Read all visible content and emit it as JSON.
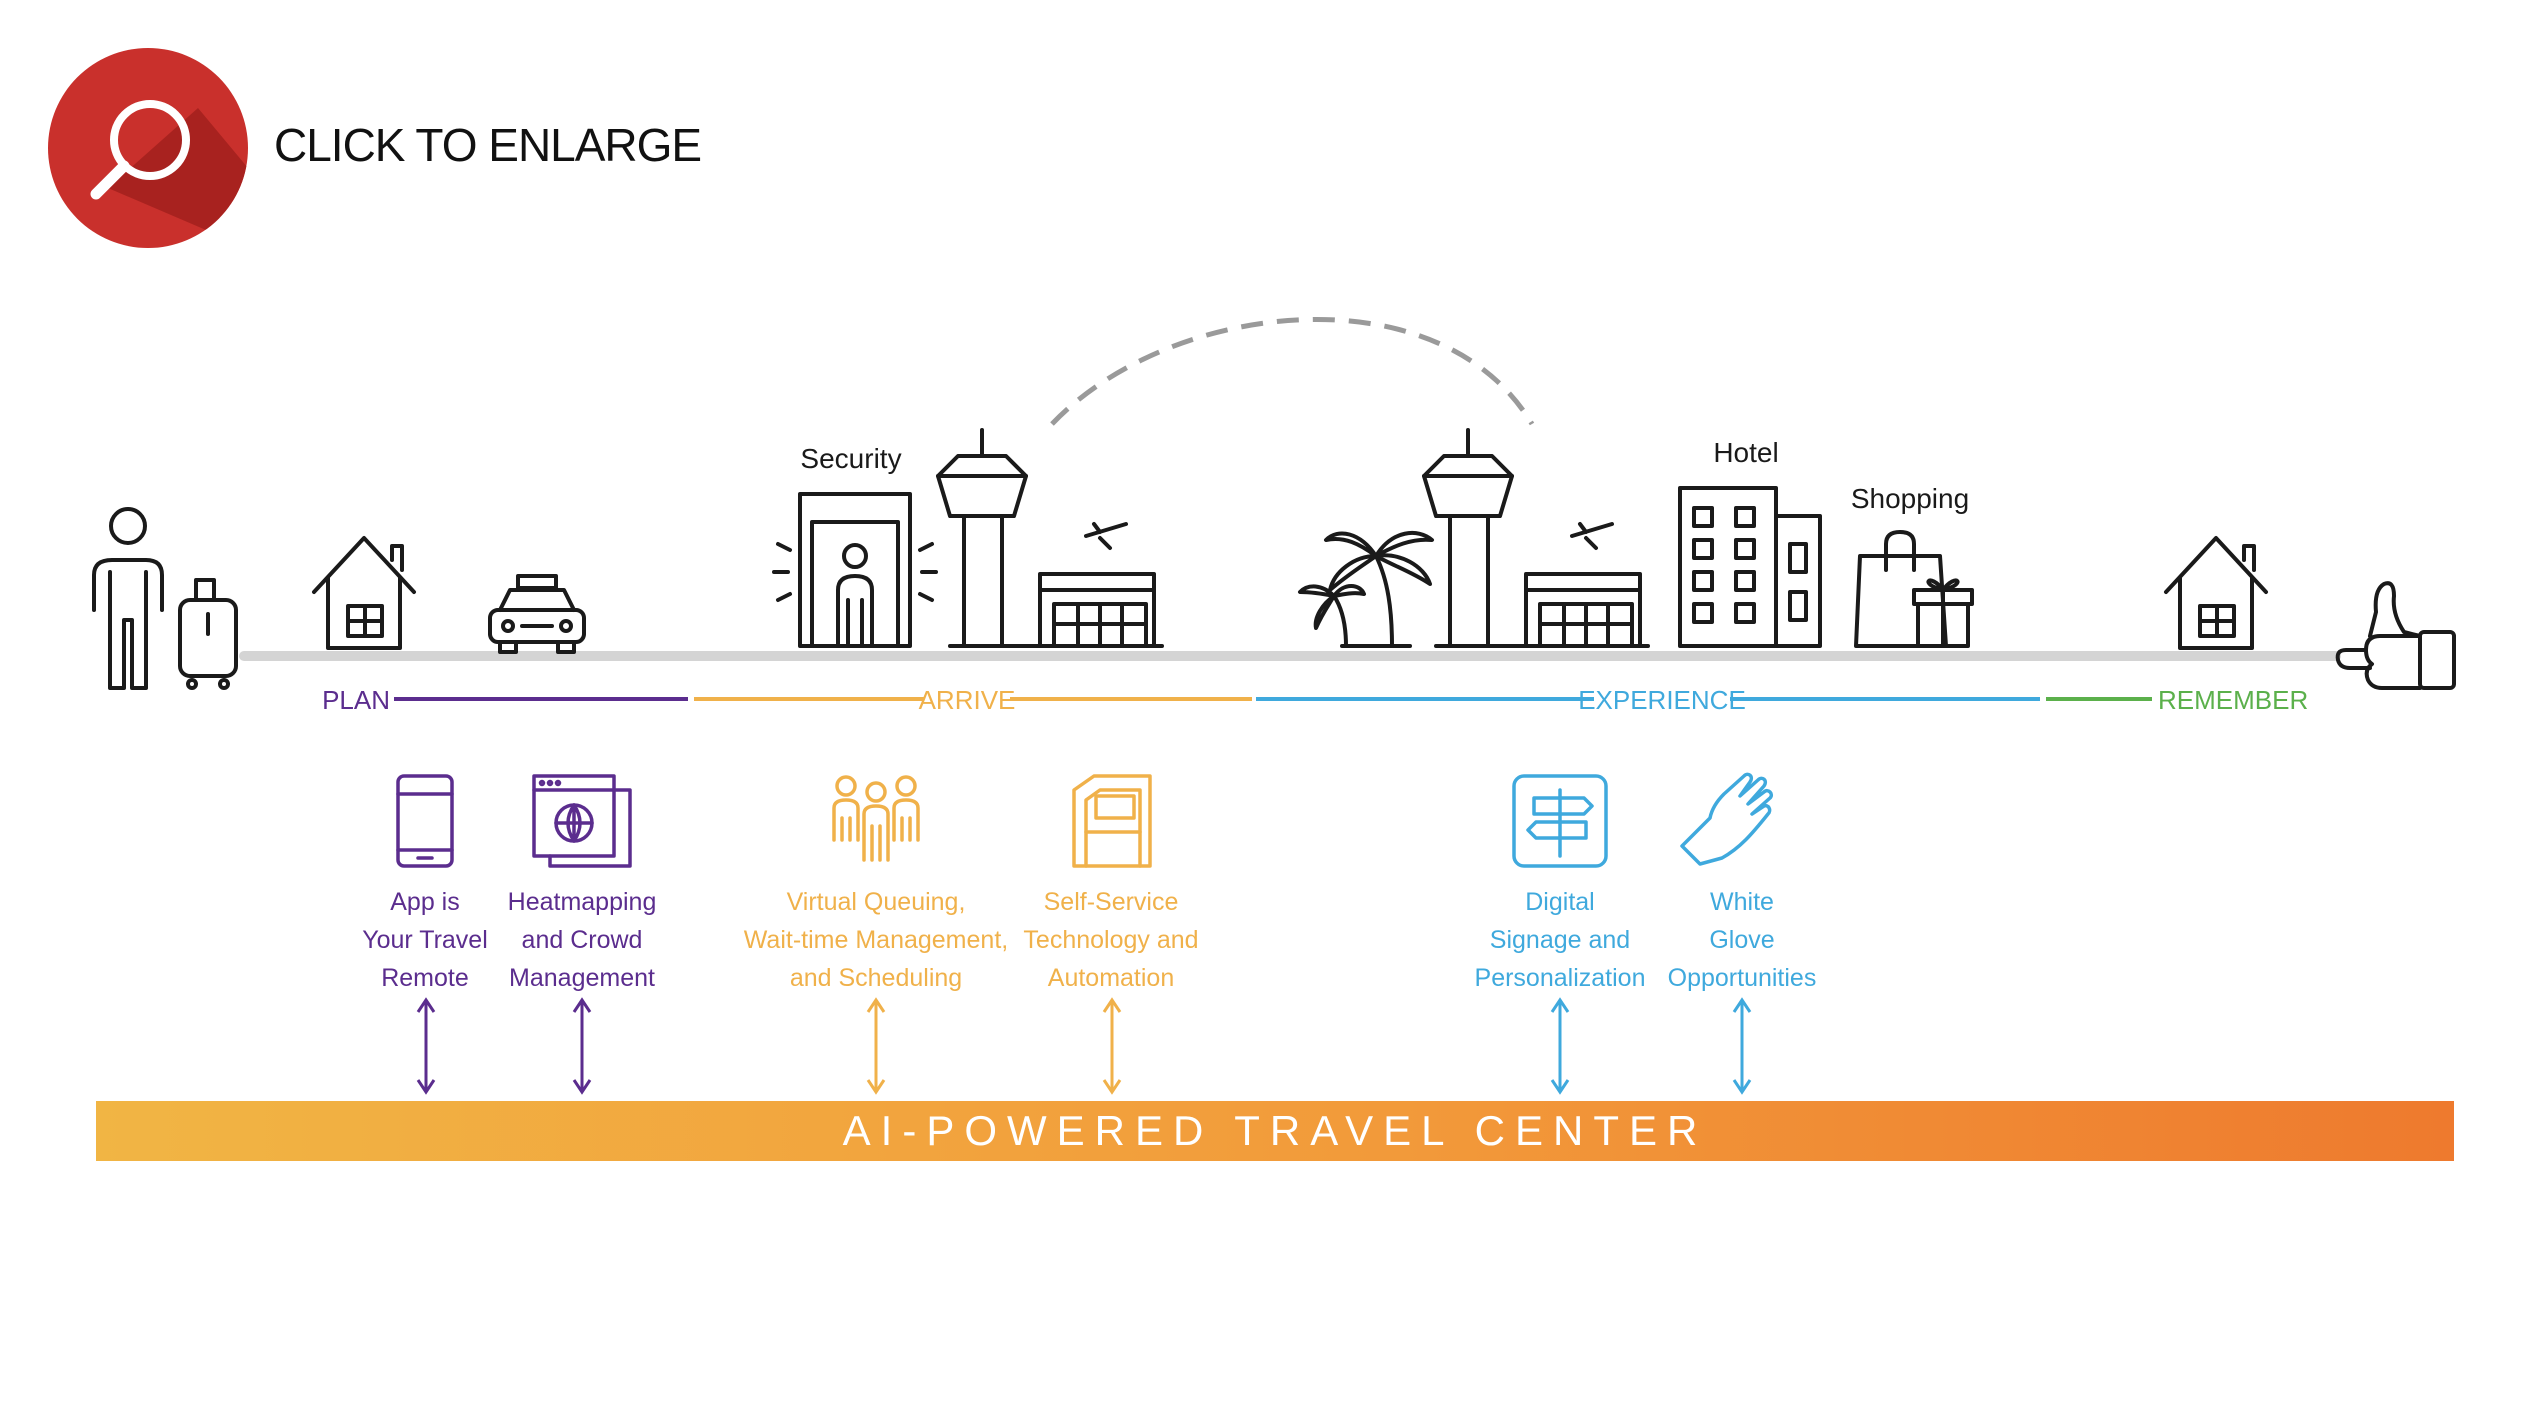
{
  "header": {
    "enlarge_label": "CLICK TO ENLARGE",
    "enlarge_icon": "magnifier-icon"
  },
  "colors": {
    "plan": "#5b2d8e",
    "arrive": "#f0b14a",
    "experience": "#3fa9dd",
    "remember": "#5bb04b",
    "line": "#d4d4d4",
    "icon": "#1a1a1a",
    "red": "#c9302c"
  },
  "journey": {
    "labels": {
      "security": "Security",
      "hotel": "Hotel",
      "shopping": "Shopping"
    },
    "phases": [
      {
        "id": "plan",
        "label": "PLAN"
      },
      {
        "id": "arrive",
        "label": "ARRIVE"
      },
      {
        "id": "experience",
        "label": "EXPERIENCE"
      },
      {
        "id": "remember",
        "label": "REMEMBER"
      }
    ]
  },
  "features": [
    {
      "id": "app",
      "phase": "plan",
      "icon": "smartphone-icon",
      "lines": [
        "App is",
        "Your Travel",
        "Remote"
      ]
    },
    {
      "id": "heatmap",
      "phase": "plan",
      "icon": "browser-globe-icon",
      "lines": [
        "Heatmapping",
        "and Crowd",
        "Management"
      ]
    },
    {
      "id": "queue",
      "phase": "arrive",
      "icon": "people-group-icon",
      "lines": [
        "Virtual Queuing,",
        "Wait-time Management,",
        "and Scheduling"
      ]
    },
    {
      "id": "kiosk",
      "phase": "arrive",
      "icon": "kiosk-icon",
      "lines": [
        "Self-Service",
        "Technology and",
        "Automation"
      ]
    },
    {
      "id": "signage",
      "phase": "experience",
      "icon": "signpost-icon",
      "lines": [
        "Digital",
        "Signage and",
        "Personalization"
      ]
    },
    {
      "id": "glove",
      "phase": "experience",
      "icon": "glove-icon",
      "lines": [
        "White",
        "Glove",
        "Opportunities"
      ]
    }
  ],
  "center": {
    "label": "AI-POWERED TRAVEL CENTER"
  }
}
